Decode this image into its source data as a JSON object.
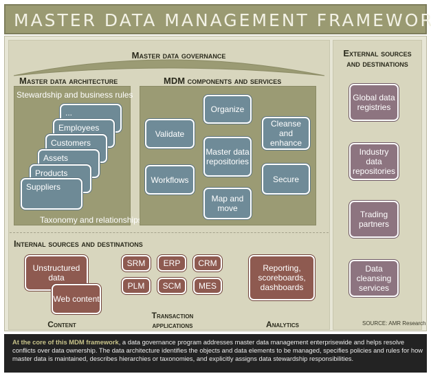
{
  "title": "MASTER DATA MANAGEMENT FRAMEWORK",
  "governance": {
    "label": "Master data governance"
  },
  "architecture": {
    "heading": "Master data architecture",
    "top_label": "Stewardship and business rules",
    "bottom_label": "Taxonomy and relationships",
    "stack": [
      "...",
      "Employees",
      "Customers",
      "Assets",
      "Products",
      "Suppliers"
    ]
  },
  "mdm": {
    "heading": "MDM components and services",
    "components": {
      "organize": "Organize",
      "validate": "Validate",
      "cleanse": "Cleanse and enhance",
      "master": "Master data repositories",
      "workflows": "Workflows",
      "secure": "Secure",
      "map": "Map and move"
    }
  },
  "external": {
    "heading": "External sources and destinations",
    "items": [
      "Global data registries",
      "Industry data repositories",
      "Trading partners",
      "Data cleansing services"
    ]
  },
  "internal": {
    "heading": "Internal sources and destinations",
    "content": {
      "label": "Content",
      "unstructured": "Unstructured data",
      "web": "Web content"
    },
    "transaction": {
      "label": "Transaction applications",
      "apps": [
        "SRM",
        "ERP",
        "CRM",
        "PLM",
        "SCM",
        "MES"
      ]
    },
    "analytics": {
      "label": "Analytics",
      "item": "Reporting, scoreboards, dashboards"
    }
  },
  "source": "SOURCE: AMR Research",
  "caption": {
    "highlight": "At the core of this MDM framework",
    "text": ", a data governance program addresses master data management enterprisewide and helps resolve conflicts over data ownership. The data architecture identifies the objects and data elements to be managed, specifies policies and rules for how master data is maintained, describes hierarchies or taxonomies, and explicitly assigns data stewardship responsibilities."
  },
  "colors": {
    "title_bar": "#9a9a72",
    "panel": "#d8d6be",
    "inner_box": "#9b9b74",
    "teal_card": "#6f8b98",
    "brown_card": "#8e5a50",
    "mauve_card": "#8d7480",
    "caption_bg": "#232323"
  }
}
